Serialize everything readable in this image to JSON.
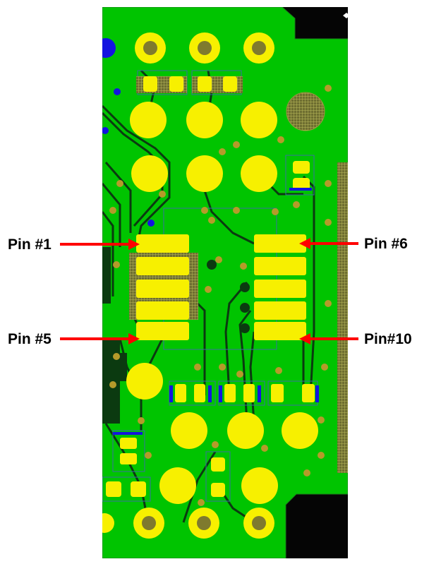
{
  "labels": {
    "pin1": "Pin #1",
    "pin5": "Pin #5",
    "pin6": "Pin #6",
    "pin10": "Pin#10"
  },
  "colors": {
    "board": "#00c400",
    "background": "#000000",
    "pad": "#f7f000",
    "via": "#b59a2a",
    "trace": "#0c3c12",
    "arrow": "#ff0000",
    "hatch": "#8a8a3a"
  }
}
